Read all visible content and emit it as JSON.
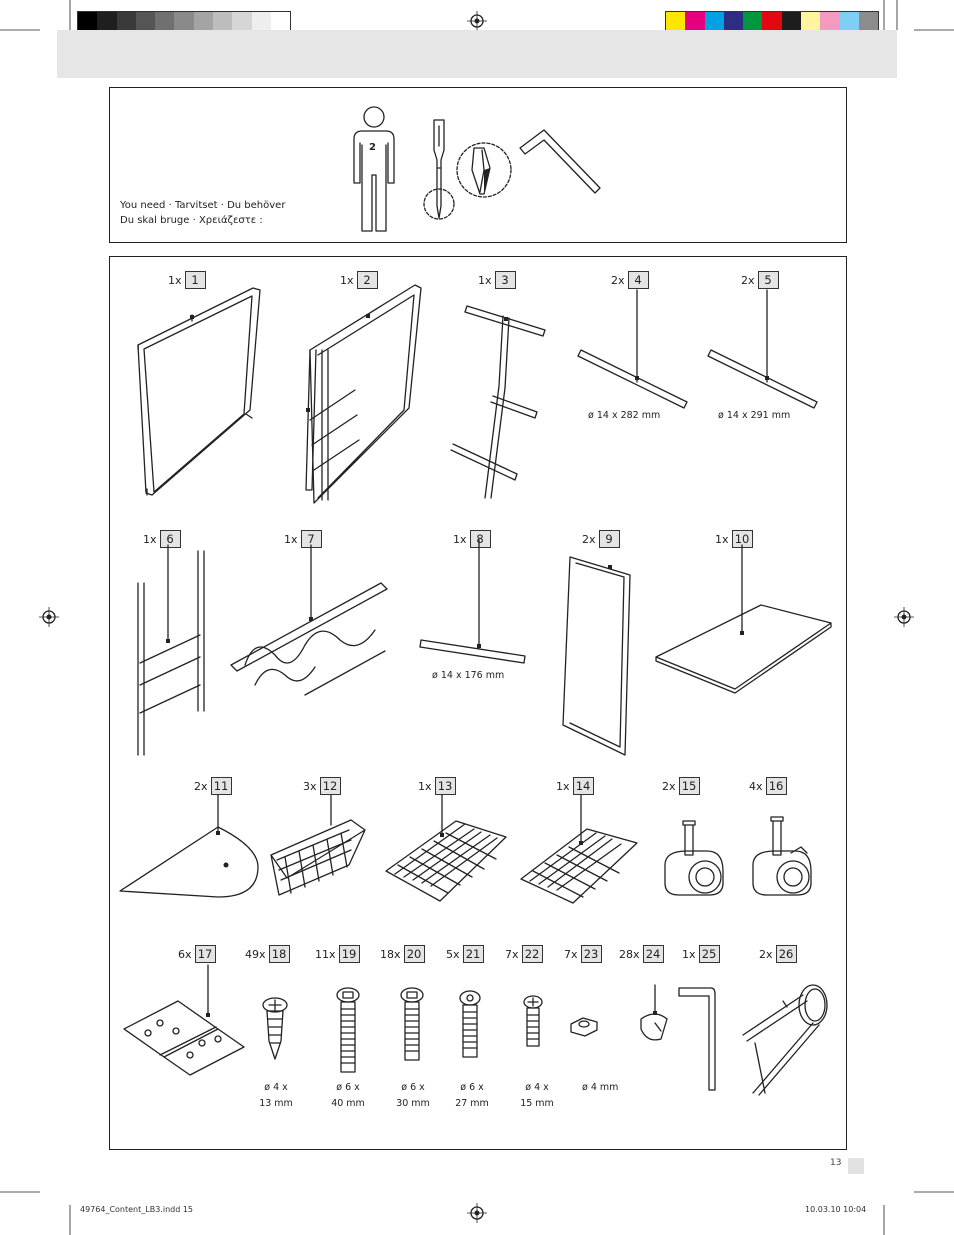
{
  "color_bars": {
    "gray": [
      "#000000",
      "#1f1f1f",
      "#3a3a3a",
      "#555555",
      "#707070",
      "#8a8a8a",
      "#a4a4a4",
      "#bdbdbd",
      "#d6d6d6",
      "#eeeeee",
      "#ffffff"
    ],
    "color": [
      "#ffe600",
      "#e6007e",
      "#00a0e3",
      "#2d2e83",
      "#009640",
      "#e30613",
      "#1d1d1b",
      "#fff59d",
      "#f49ac1",
      "#7fcff5",
      "#8c8c8c"
    ]
  },
  "need": {
    "line1": "You need · Tarvitset · Du behöver",
    "line2": "Du skal bruge · Χρειάζεστε :",
    "persons": "2",
    "icons": [
      "person-icon",
      "screwdriver-icon",
      "phillips-bit-icon",
      "allen-key-icon"
    ]
  },
  "parts": [
    {
      "qty": "1x",
      "num": "1"
    },
    {
      "qty": "1x",
      "num": "2"
    },
    {
      "qty": "1x",
      "num": "3"
    },
    {
      "qty": "2x",
      "num": "4",
      "dim": "ø 14 x 282 mm"
    },
    {
      "qty": "2x",
      "num": "5",
      "dim": "ø 14 x 291 mm"
    },
    {
      "qty": "1x",
      "num": "6"
    },
    {
      "qty": "1x",
      "num": "7"
    },
    {
      "qty": "1x",
      "num": "8",
      "dim": "ø 14 x 176 mm"
    },
    {
      "qty": "2x",
      "num": "9"
    },
    {
      "qty": "1x",
      "num": "10"
    },
    {
      "qty": "2x",
      "num": "11"
    },
    {
      "qty": "3x",
      "num": "12"
    },
    {
      "qty": "1x",
      "num": "13"
    },
    {
      "qty": "1x",
      "num": "14"
    },
    {
      "qty": "2x",
      "num": "15"
    },
    {
      "qty": "4x",
      "num": "16"
    },
    {
      "qty": "6x",
      "num": "17"
    },
    {
      "qty": "49x",
      "num": "18",
      "dim1": "ø 4 x",
      "dim2": "13 mm"
    },
    {
      "qty": "11x",
      "num": "19",
      "dim1": "ø 6 x",
      "dim2": "40 mm"
    },
    {
      "qty": "18x",
      "num": "20",
      "dim1": "ø 6 x",
      "dim2": "30 mm"
    },
    {
      "qty": "5x",
      "num": "21",
      "dim1": "ø 6 x",
      "dim2": "27 mm"
    },
    {
      "qty": "7x",
      "num": "22",
      "dim1": "ø 4 x",
      "dim2": "15 mm"
    },
    {
      "qty": "7x",
      "num": "23",
      "dim1": "ø 4 mm"
    },
    {
      "qty": "28x",
      "num": "24"
    },
    {
      "qty": "1x",
      "num": "25"
    },
    {
      "qty": "2x",
      "num": "26"
    }
  ],
  "page_number": "13",
  "footer": {
    "file": "49764_Content_LB3.indd   15",
    "date": "10.03.10   10:04"
  }
}
